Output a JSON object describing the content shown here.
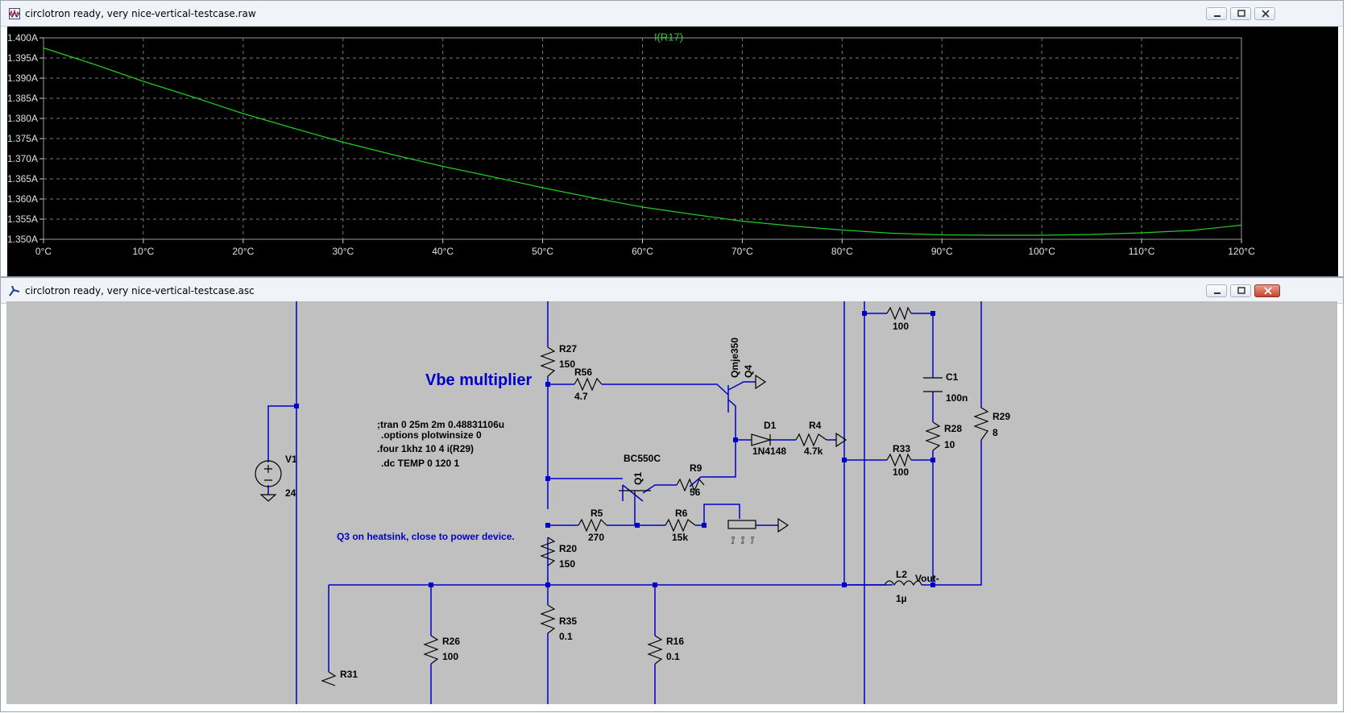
{
  "plot_window": {
    "title": "circlotron ready, very nice-vertical-testcase.raw",
    "icon": "waveform-icon",
    "buttons": [
      "minimize-icon",
      "maximize-icon",
      "close-icon"
    ]
  },
  "schematic_window": {
    "title": "circlotron ready, very nice-vertical-testcase.asc",
    "icon": "ltspice-icon",
    "buttons": [
      "minimize-icon",
      "maximize-icon",
      "close-icon"
    ]
  },
  "colors": {
    "plot_bg": "#000000",
    "trace": "#22cc22",
    "grid": "#7a7a7a",
    "schematic_bg": "#c0c0c0",
    "wire": "#0000c8",
    "text": "#000000",
    "comment": "#0000c8"
  },
  "chart_data": {
    "type": "line",
    "title": "I(R17)",
    "xlabel": "",
    "ylabel": "",
    "xlim": [
      0,
      120
    ],
    "ylim": [
      1.35,
      1.4
    ],
    "grid": true,
    "x_ticks": [
      "0°C",
      "10°C",
      "20°C",
      "30°C",
      "40°C",
      "50°C",
      "60°C",
      "70°C",
      "80°C",
      "90°C",
      "100°C",
      "110°C",
      "120°C"
    ],
    "y_ticks": [
      "1.400A",
      "1.395A",
      "1.390A",
      "1.385A",
      "1.380A",
      "1.375A",
      "1.370A",
      "1.365A",
      "1.360A",
      "1.355A",
      "1.350A"
    ],
    "series": [
      {
        "name": "I(R17)",
        "x": [
          0,
          5,
          10,
          15,
          20,
          25,
          30,
          35,
          40,
          45,
          50,
          55,
          60,
          65,
          70,
          75,
          80,
          85,
          90,
          95,
          100,
          105,
          110,
          115,
          120
        ],
        "y": [
          1.3975,
          1.3935,
          1.3892,
          1.3853,
          1.3812,
          1.3776,
          1.3741,
          1.371,
          1.3681,
          1.3655,
          1.3628,
          1.3603,
          1.358,
          1.3562,
          1.3545,
          1.3533,
          1.3523,
          1.3515,
          1.3511,
          1.351,
          1.351,
          1.3512,
          1.3516,
          1.3522,
          1.3535
        ]
      }
    ]
  },
  "schematic": {
    "heading": "Vbe multiplier",
    "spice_lines": [
      ";tran 0 25m 2m 0.48831106u",
      ".options plotwinsize 0",
      ".four 1khz 10 4 i(R29)",
      ".dc TEMP 0 120 1"
    ],
    "note": "Q3 on heatsink, close to power device.",
    "components": {
      "R27": {
        "name": "R27",
        "value": "150"
      },
      "R56": {
        "name": "R56",
        "value": "4.7"
      },
      "Q4": {
        "name": "Q4",
        "model": "Qmje350"
      },
      "D1": {
        "name": "D1",
        "model": "1N4148"
      },
      "R4": {
        "name": "R4",
        "value": "4.7k"
      },
      "Q1": {
        "name": "Q1",
        "model": "BC550C"
      },
      "R9": {
        "name": "R9",
        "value": "56"
      },
      "R5": {
        "name": "R5",
        "value": "270"
      },
      "R6": {
        "name": "R6",
        "value": "15k"
      },
      "R20": {
        "name": "R20",
        "value": "150"
      },
      "R35": {
        "name": "R35",
        "value": "0.1"
      },
      "R26": {
        "name": "R26",
        "value": "100"
      },
      "R16": {
        "name": "R16",
        "value": "0.1"
      },
      "R31": {
        "name": "R31"
      },
      "V1": {
        "name": "V1",
        "value": "24"
      },
      "Rtop": {
        "value": "100"
      },
      "C1": {
        "name": "C1",
        "value": "100n"
      },
      "R28": {
        "name": "R28",
        "value": "10"
      },
      "R33": {
        "name": "R33",
        "value": "100"
      },
      "R29": {
        "name": "R29",
        "value": "8"
      },
      "L2": {
        "name": "L2",
        "value": "1µ"
      },
      "Vout": {
        "name": "Vout-"
      }
    },
    "pot_labels": {
      "a": "R=a",
      "b": "R=b",
      "c": "R=c"
    }
  }
}
